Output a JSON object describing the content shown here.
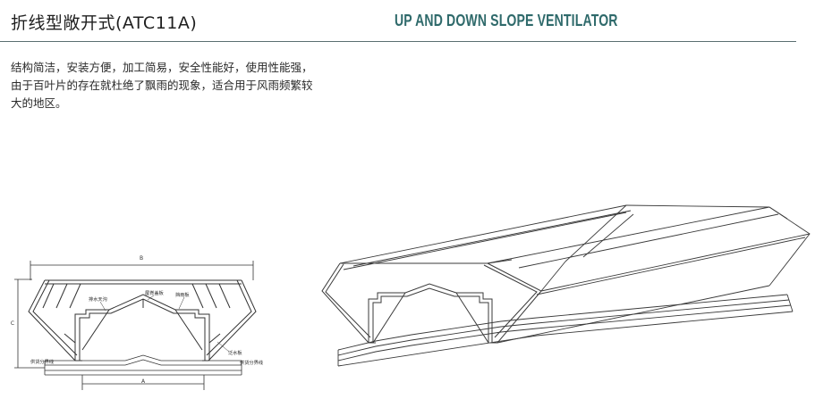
{
  "header": {
    "title_cn": "折线型敞开式(ATC11A)",
    "title_en": "UP AND DOWN SLOPE VENTILATOR"
  },
  "description": {
    "lines": [
      "结构简洁，安装方便，加工简易，安全性能好，使用性能强，",
      "由于百叶片的存在就杜绝了飘雨的现象，适合用于风雨频繁较",
      "大的地区。"
    ]
  },
  "section_drawing": {
    "dim_top": "B",
    "dim_bottom": "A",
    "dim_side": "C",
    "labels": {
      "drainage": "排水天沟",
      "ridge_cap": "屋脊盖板",
      "rain_baffle": "挡雨板",
      "flashing": "泛水板",
      "supply_left": "供货分界线",
      "supply_right": "供货分界线"
    }
  }
}
